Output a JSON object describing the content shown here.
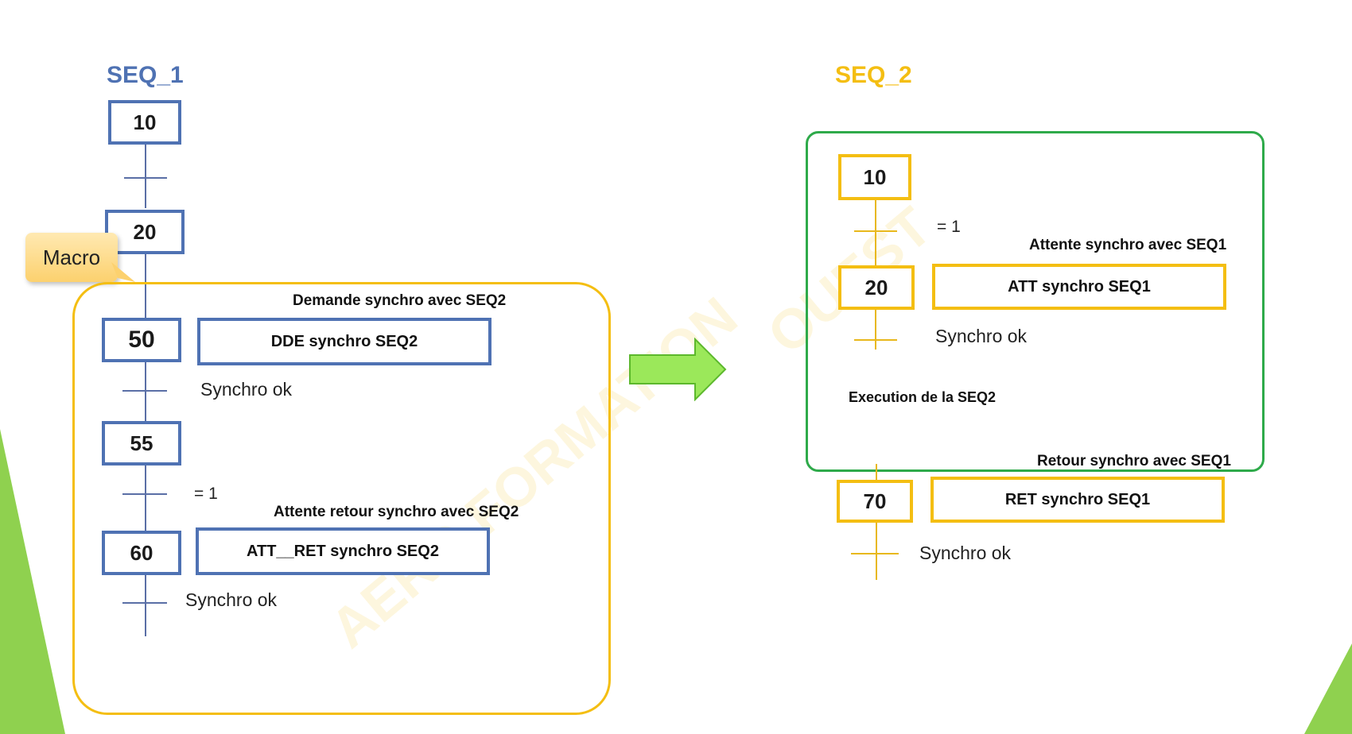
{
  "seq1": {
    "title": "SEQ_1",
    "steps": {
      "s10": "10",
      "s20": "20",
      "s50": "50",
      "s55": "55",
      "s60": "60"
    },
    "actions": {
      "a50": "DDE synchro SEQ2",
      "a60": "ATT__RET synchro SEQ2"
    },
    "labels": {
      "demande": "Demande synchro avec SEQ2",
      "synchro_ok_1": "Synchro ok",
      "eq1": "= 1",
      "attente_retour": "Attente retour synchro avec SEQ2",
      "synchro_ok_2": "Synchro ok"
    },
    "callout": "Macro"
  },
  "seq2": {
    "title": "SEQ_2",
    "steps": {
      "s10": "10",
      "s20": "20",
      "s70": "70"
    },
    "actions": {
      "a20": "ATT synchro SEQ1",
      "a70": "RET synchro SEQ1"
    },
    "labels": {
      "eq1": "= 1",
      "attente": "Attente synchro avec SEQ1",
      "synchro_ok_1": "Synchro ok",
      "execution": "Execution de la SEQ2",
      "retour": "Retour synchro avec SEQ1",
      "synchro_ok_2": "Synchro ok"
    }
  },
  "watermark": {
    "left": "AERO FORMATION",
    "right": "OUEST"
  },
  "colors": {
    "blue": "#4f72b3",
    "yellow": "#f4be12",
    "green": "#2eaa4a",
    "arrow": "#9be85a",
    "accent_left": "#8fd14f"
  }
}
